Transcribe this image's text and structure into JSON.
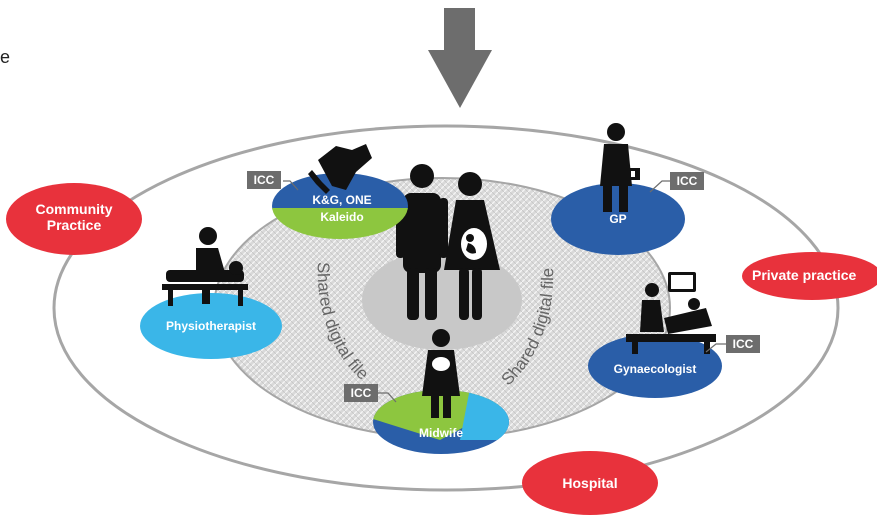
{
  "left_fragment": "e",
  "settings": {
    "community": "Community\nPractice",
    "private": "Private practice",
    "hospital": "Hospital"
  },
  "providers": {
    "kg_one": "K&G, ONE",
    "kaleido": "Kaleido",
    "gp": "GP",
    "physio": "Physiotherapist",
    "gynaecologist": "Gynaecologist",
    "midwife": "Midwife"
  },
  "icc_label": "ICC",
  "shared_file_text": "Shared digital file",
  "colors": {
    "red": "#e8323c",
    "blue": "#2a5ea8",
    "green": "#8dc63f",
    "cyan": "#3ab6e8",
    "grey_arrow": "#6d6d6d",
    "ring": "#a6a6a6"
  },
  "icons": [
    "down-arrow-icon",
    "handshake-icon",
    "family-icon",
    "doctor-icon",
    "physiotherapy-icon",
    "ultrasound-icon",
    "midwife-baby-icon"
  ]
}
